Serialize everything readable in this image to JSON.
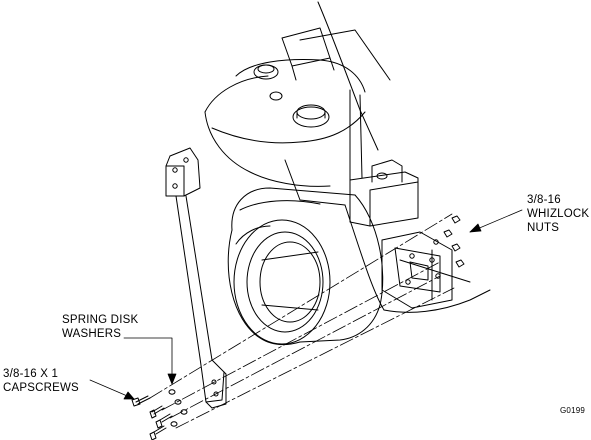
{
  "callouts": {
    "nuts": {
      "line1": "3/8-16",
      "line2": "WHIZLOCK",
      "line3": "NUTS"
    },
    "washers": {
      "line1": "SPRING DISK",
      "line2": "WASHERS"
    },
    "capscrews": {
      "line1": "3/8-16 X 1",
      "line2": "CAPSCREWS"
    }
  },
  "drawing_code": "G0199",
  "colors": {
    "line": "#000000",
    "background": "#ffffff"
  }
}
